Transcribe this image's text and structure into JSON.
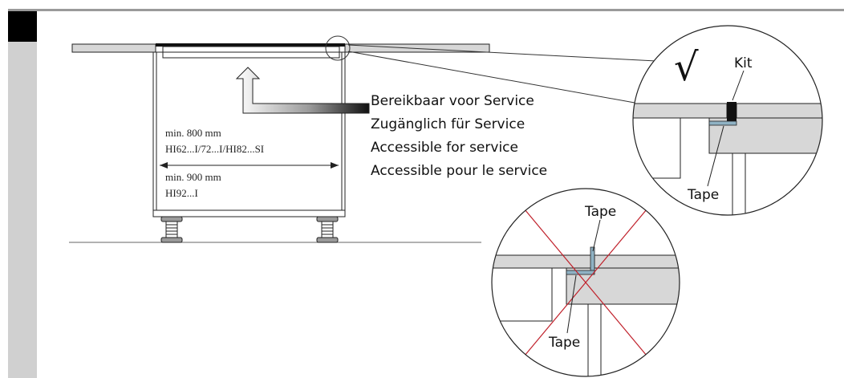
{
  "labels": {
    "service_nl": "Bereikbaar voor Service",
    "service_de": "Zugänglich für Service",
    "service_en": "Accessible for service",
    "service_fr": "Accessible pour le service",
    "min_800": "min. 800 mm",
    "models_800": "HI62...I/72...I/HI82...SI",
    "min_900": "min. 900 mm",
    "models_900": "HI92...I",
    "correct_mark": "√",
    "kit": "Kit",
    "tape_correct": "Tape",
    "tape_wrong_top": "Tape",
    "tape_wrong_bottom": "Tape"
  },
  "colors": {
    "countertop": "#d7d7d7",
    "tape": "#8fb2c4",
    "kit": "#111111",
    "cross": "#c0212b",
    "frame_gray": "#9a9a9a",
    "side_bar": "#d0d0d0"
  }
}
